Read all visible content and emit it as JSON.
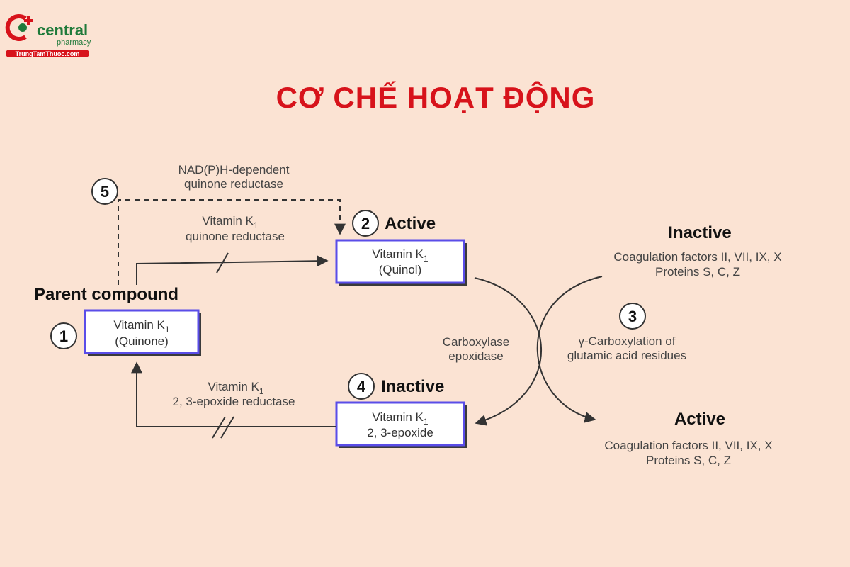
{
  "brand": {
    "name": "central",
    "sub": "pharmacy",
    "url": "TrungTamThuoc.com",
    "colors": {
      "green": "#1f7a3a",
      "red": "#d7131b"
    }
  },
  "title": "CƠ CHẾ HOẠT ĐỘNG",
  "steps": {
    "s1": "1",
    "s2": "2",
    "s3": "3",
    "s4": "4",
    "s5": "5"
  },
  "labels": {
    "nadph_line1": "NAD(P)H-dependent",
    "nadph_line2": "quinone reductase",
    "vk1_qr_line1": "Vitamin K",
    "vk1_qr_sub": "1",
    "vk1_qr_line2": "quinone reductase",
    "parent_compound": "Parent compound",
    "active_top": "Active",
    "inactive_top_right": "Inactive",
    "coag_top_line1": "Coagulation factors II, VII, IX, X",
    "coag_top_line2": "Proteins S, C, Z",
    "carboxylase_line1": "Carboxylase",
    "carboxylase_line2": "epoxidase",
    "gamma_line1": "γ-Carboxylation of",
    "gamma_line2": "glutamic acid residues",
    "epox_red_line1": "Vitamin K",
    "epox_red_sub": "1",
    "epox_red_line2": "2, 3-epoxide reductase",
    "inactive_bottom": "Inactive",
    "active_bottom_right": "Active",
    "coag_bottom_line1": "Coagulation factors II, VII, IX, X",
    "coag_bottom_line2": "Proteins S, C, Z"
  },
  "boxes": {
    "quinone": {
      "line1": "Vitamin K",
      "sub": "1",
      "line2": "(Quinone)"
    },
    "quinol": {
      "line1": "Vitamin K",
      "sub": "1",
      "line2": "(Quinol)"
    },
    "epoxide": {
      "line1": "Vitamin K",
      "sub": "1",
      "line2": "2, 3-epoxide"
    }
  }
}
